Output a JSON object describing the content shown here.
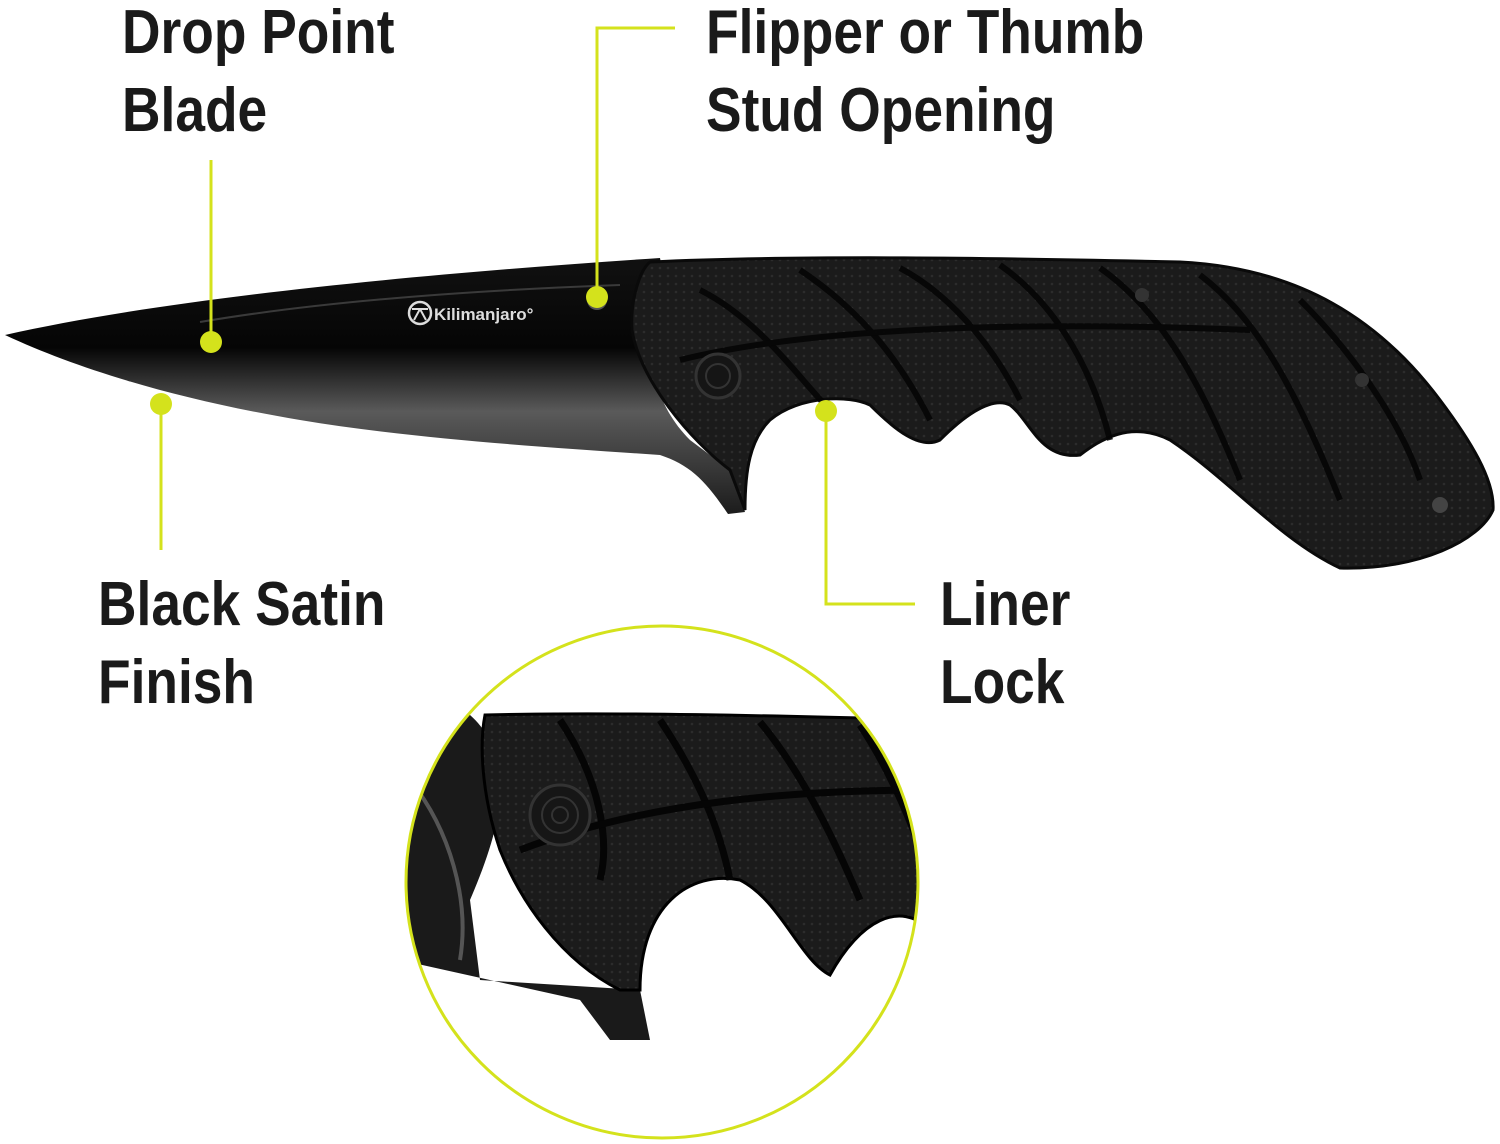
{
  "accent_color": "#d4e21c",
  "brand": "Kilimanjaro",
  "callouts": [
    {
      "line1": "Drop Point",
      "line2": "Blade"
    },
    {
      "line1": "Flipper or Thumb",
      "line2": "Stud Opening"
    },
    {
      "line1": "Black Satin",
      "line2": "Finish"
    },
    {
      "line1": "Liner",
      "line2": "Lock"
    }
  ]
}
